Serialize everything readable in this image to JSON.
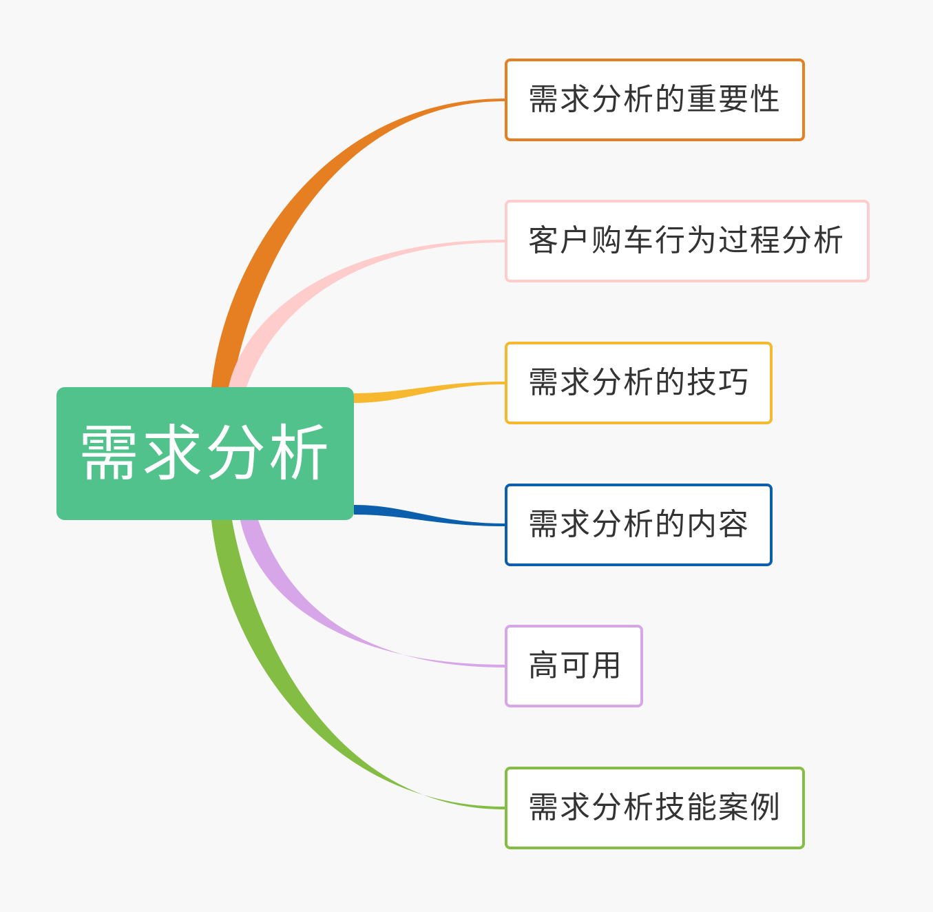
{
  "root": {
    "label": "需求分析",
    "color": "#52c28c"
  },
  "topics": [
    {
      "label": "需求分析的重要性",
      "color": "#e67e22"
    },
    {
      "label": "客户购车行为过程分析",
      "color": "#ffcccc"
    },
    {
      "label": "需求分析的技巧",
      "color": "#f5b82e"
    },
    {
      "label": "需求分析的内容",
      "color": "#0b5fad"
    },
    {
      "label": "高可用",
      "color": "#d7a6e8"
    },
    {
      "label": "需求分析技能案例",
      "color": "#84bd44"
    }
  ]
}
